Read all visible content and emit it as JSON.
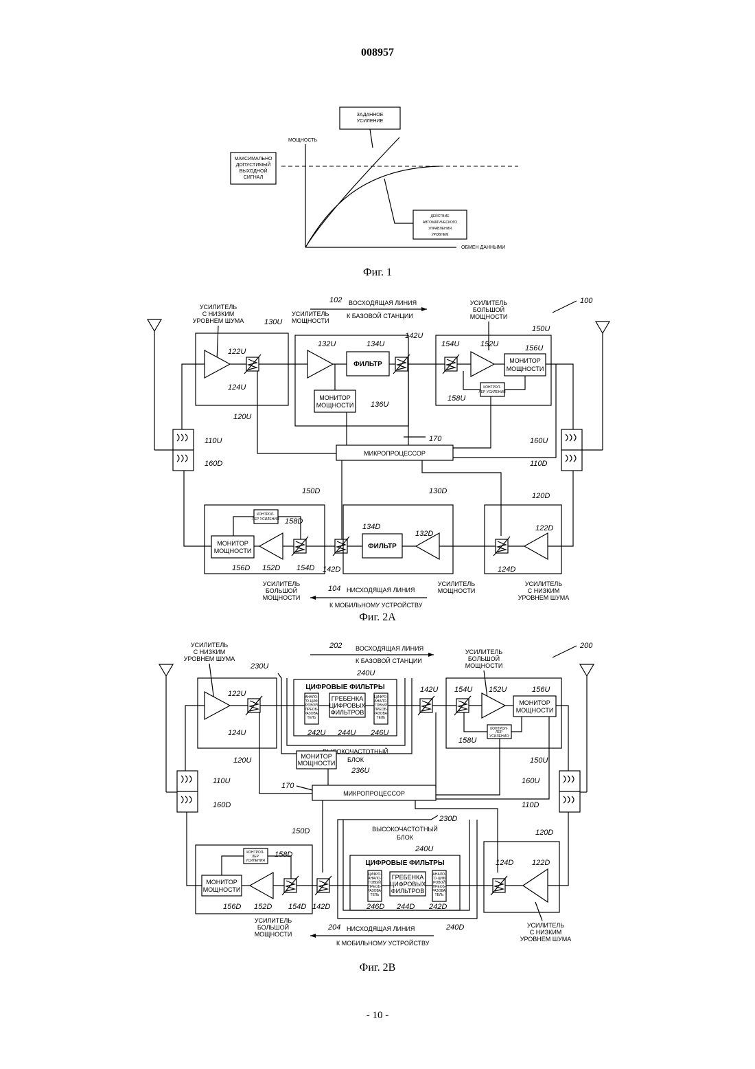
{
  "page": {
    "number": "008957",
    "footer": "- 10 -"
  },
  "fig1": {
    "caption": "Фиг. 1",
    "ylabel": "МОЩНОСТЬ",
    "xlabel": "ОБМЕН ДАННЫМИ",
    "box_gain": [
      "ЗАДАННОЕ",
      "УСИЛЕНИЕ"
    ],
    "box_max": [
      "МАКСИМАЛЬНО",
      "ДОПУСТИМЫЙ",
      "ВЫХОДНОЙ",
      "СИГНАЛ"
    ],
    "box_agc": [
      "ДЕЙСТВИЕ",
      "АВТОМАТИЧЕСКОГО",
      "УПРАВЛЕНИЯ",
      "УРОВНЕМ"
    ]
  },
  "fig2a": {
    "caption": "Фиг. 2А",
    "ref": "100",
    "up_num": "102",
    "up_1": "ВОСХОДЯЩАЯ ЛИНИЯ",
    "up_2": "К БАЗОВОЙ СТАНЦИИ",
    "down_num": "104",
    "down_1": "НИСХОДЯЩАЯ ЛИНИЯ",
    "down_2": "К МОБИЛЬНОМУ УСТРОЙСТВУ",
    "lna": [
      "УСИЛИТЕЛЬ",
      "С НИЗКИМ",
      "УРОВНЕМ ШУМА"
    ],
    "pa": [
      "УСИЛИТЕЛЬ",
      "МОЩНОСТИ"
    ],
    "hpa": [
      "УСИЛИТЕЛЬ",
      "БОЛЬШОЙ",
      "МОЩНОСТИ"
    ],
    "filter": "ФИЛЬТР",
    "monitor": [
      "МОНИТОР",
      "МОЩНОСТИ"
    ],
    "gainctl": [
      "КОНТРОЛ-",
      "ЛЕР УСИЛЕНИЯ"
    ],
    "mcu": "МИКРОПРОЦЕССОР",
    "labels": {
      "l130U": "130U",
      "l132U": "132U",
      "l134U": "134U",
      "l142U": "142U",
      "l150U": "150U",
      "l154U": "154U",
      "l152U": "152U",
      "l156U": "156U",
      "l122U": "122U",
      "l124U": "124U",
      "l120U": "120U",
      "l136U": "136U",
      "l158U": "158U",
      "l170": "170",
      "l110U": "110U",
      "l160D": "160D",
      "l160U": "160U",
      "l110D": "110D",
      "l150D": "150D",
      "l158D": "158D",
      "l130D": "130D",
      "l134D": "134D",
      "l132D": "132D",
      "l120D": "120D",
      "l122D": "122D",
      "l156D": "156D",
      "l152D": "152D",
      "l154D": "154D",
      "l142D": "142D",
      "l124D": "124D"
    }
  },
  "fig2b": {
    "caption": "Фиг. 2В",
    "ref": "200",
    "up_num": "202",
    "up_1": "ВОСХОДЯЩАЯ ЛИНИЯ",
    "up_2": "К БАЗОВОЙ СТАНЦИИ",
    "down_num": "204",
    "down_1": "НИСХОДЯЩАЯ ЛИНИЯ",
    "down_2": "К МОБИЛЬНОМУ УСТРОЙСТВУ",
    "lna": [
      "УСИЛИТЕЛЬ",
      "С НИЗКИМ",
      "УРОВНЕМ ШУМА"
    ],
    "hpa": [
      "УСИЛИТЕЛЬ",
      "БОЛЬШОЙ",
      "МОЩНОСТИ"
    ],
    "digital": "ЦИФРОВЫЕ ФИЛЬТРЫ",
    "bank": [
      "ГРЕБЕНКА",
      "ЦИФРОВЫХ",
      "ФИЛЬТРОВ"
    ],
    "adc": [
      "АНАЛО-",
      "ГО-ЦИФ-",
      "РОВОЙ",
      "ПРЕОБ-",
      "РАЗОВА-",
      "ТЕЛЬ"
    ],
    "dac": [
      "ЦИФРО-",
      "АНАЛО-",
      "ГОВЫЙ",
      "ПРЕОБ-",
      "РАЗОВА-",
      "ТЕЛЬ"
    ],
    "rf": [
      "ВЫСОКОЧАСТОТНЫЙ",
      "БЛОК"
    ],
    "monitor": [
      "МОНИТОР",
      "МОЩНОСТИ"
    ],
    "gainctl": [
      "КОНТРОЛ-",
      "ЛЕР",
      "УСИЛЕНИЯ"
    ],
    "mcu": "МИКРОПРОЦЕССОР",
    "labels": {
      "l230U": "230U",
      "l240U": "240U",
      "l242U": "242U",
      "l244U": "244U",
      "l246U": "246U",
      "l142U": "142U",
      "l154U": "154U",
      "l152U": "152U",
      "l156U": "156U",
      "l158U": "158U",
      "l150U": "150U",
      "l122U": "122U",
      "l124U": "124U",
      "l120U": "120U",
      "l236U": "236U",
      "l170": "170",
      "l110U": "110U",
      "l160D": "160D",
      "l160U": "160U",
      "l110D": "110D",
      "l230D": "230D",
      "l150D": "150D",
      "l158D": "158D",
      "l120D": "120D",
      "l240Ud": "240U",
      "l124D": "124D",
      "l122D": "122D",
      "l156D": "156D",
      "l152D": "152D",
      "l154D": "154D",
      "l142D": "142D",
      "l246D": "246D",
      "l244D": "244D",
      "l242D": "242D",
      "l240D": "240D"
    }
  }
}
